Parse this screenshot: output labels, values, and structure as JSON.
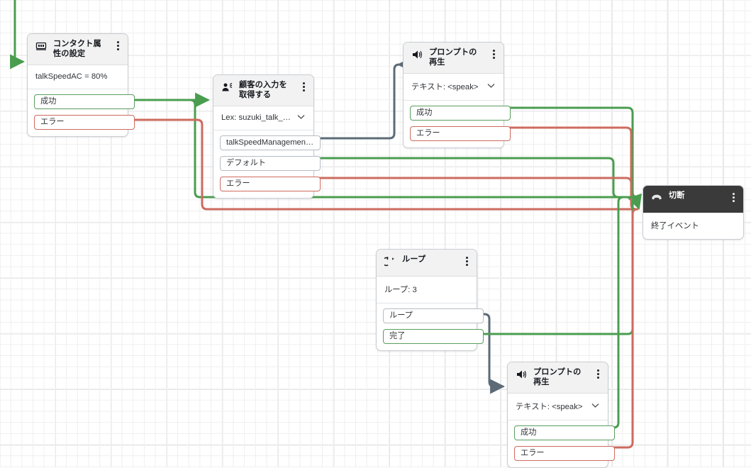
{
  "canvas": {
    "grid": true,
    "background": "#ffffff",
    "grid_color": "#efefef",
    "colors": {
      "success_wire": "#4a9d4f",
      "error_wire": "#cd6b5e",
      "neutral_wire": "#5d6b77",
      "header_bg": "#f2f2f2",
      "dark_header_bg": "#3a3a3a",
      "node_border": "#c9cdd2"
    }
  },
  "nodes": [
    {
      "id": "set-attr",
      "icon": "contact-attributes-icon",
      "title": "コンタクト属性の設定",
      "body": "talkSpeedAC = 80%",
      "has_dropdown": false,
      "outputs": [
        {
          "label": "成功",
          "state": "ok"
        },
        {
          "label": "エラー",
          "state": "err"
        }
      ]
    },
    {
      "id": "get-input",
      "icon": "get-customer-input-icon",
      "title": "顧客の入力を取得する",
      "body": "Lex: suzuki_talk_speed_...",
      "has_dropdown": true,
      "outputs": [
        {
          "label": "talkSpeedManagementInt...",
          "state": "neutral"
        },
        {
          "label": "デフォルト",
          "state": "neutral"
        },
        {
          "label": "エラー",
          "state": "err"
        }
      ]
    },
    {
      "id": "prompt-1",
      "icon": "play-prompt-icon",
      "title": "プロンプトの再生",
      "body": "テキスト: <speak>",
      "has_dropdown": true,
      "outputs": [
        {
          "label": "成功",
          "state": "ok"
        },
        {
          "label": "エラー",
          "state": "err"
        }
      ]
    },
    {
      "id": "loop",
      "icon": "loop-icon",
      "title": "ループ",
      "body": "ループ: 3",
      "has_dropdown": false,
      "outputs": [
        {
          "label": "ループ",
          "state": "neutral"
        },
        {
          "label": "完了",
          "state": "ok"
        }
      ]
    },
    {
      "id": "prompt-2",
      "icon": "play-prompt-icon",
      "title": "プロンプトの再生",
      "body": "テキスト: <speak>",
      "has_dropdown": true,
      "outputs": [
        {
          "label": "成功",
          "state": "ok"
        },
        {
          "label": "エラー",
          "state": "err"
        }
      ]
    },
    {
      "id": "disconnect",
      "icon": "disconnect-phone-icon",
      "title": "切断",
      "body": "終了イベント",
      "has_dropdown": false,
      "dark": true,
      "outputs": []
    }
  ]
}
